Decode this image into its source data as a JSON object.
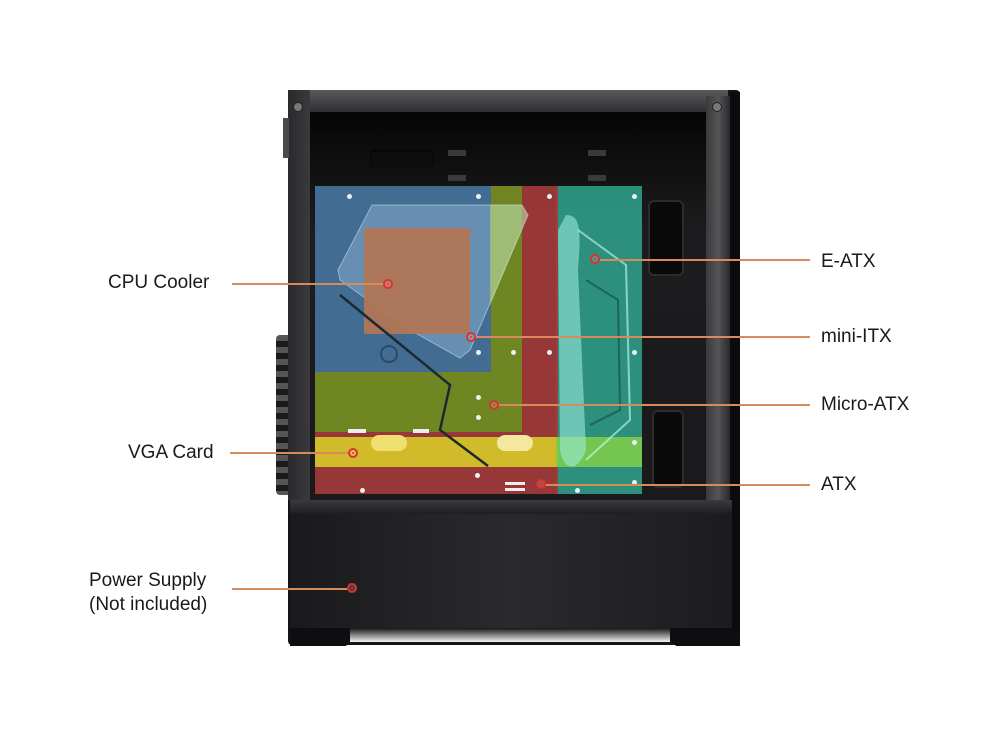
{
  "diagram": {
    "subject": "PC case side view with motherboard size zones",
    "labels_left": {
      "cpu_cooler": "CPU Cooler",
      "vga_card": "VGA Card",
      "power_supply_line1": "Power Supply",
      "power_supply_line2": "(Not included)"
    },
    "labels_right": {
      "e_atx": "E-ATX",
      "mini_itx": "mini-ITX",
      "micro_atx": "Micro-ATX",
      "atx": "ATX"
    },
    "colors": {
      "e_atx_zone": "#2f9a86",
      "atx_zone": "#a33a3a",
      "micro_atx_zone": "#6e8a22",
      "mini_itx_zone": "#3f6a98",
      "cpu_cooler_zone": "#b07656",
      "vga_card_zone": "#d4c22a",
      "leader_line": "#d98a5c",
      "marker": "#e03030",
      "case_body": "#1c1c1e"
    }
  }
}
